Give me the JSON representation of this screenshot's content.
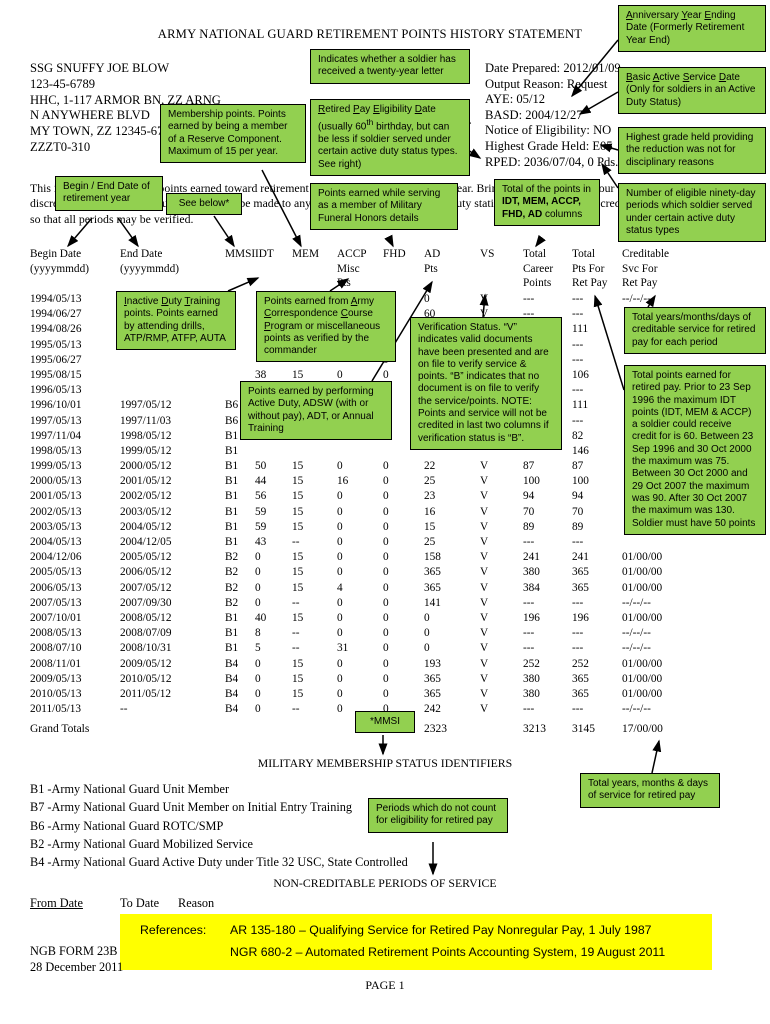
{
  "header": {
    "title": "ARMY NATIONAL GUARD RETIREMENT POINTS HISTORY STATEMENT",
    "soldier": [
      "SSG SNUFFY JOE BLOW",
      "123-45-6789",
      "HHC, 1-117 ARMOR BN, ZZ ARNG",
      "N ANYWHERE BLVD",
      "MY TOWN, ZZ 12345-6789",
      "ZZZT0-310"
    ],
    "info": [
      "Date Prepared: 2012/01/09",
      "Output Reason: Request",
      "AYE: 05/12",
      "BASD: 2004/12/27",
      "Notice of Eligibility: NO",
      "Highest Grade Held: E05",
      "RPED: 2036/07/04, 0 Pds."
    ],
    "intro": "This is a statement of your points earned toward retirement and should be reviewed each year. Bring to the attention of your unit clerk any discrepancies found and request corrections be made to any periods in which the MMSI, duty station status or the points credited appear incorrect so that all periods may be verified."
  },
  "table": {
    "header": [
      [
        "Begin Date",
        "(yyyymmdd)"
      ],
      [
        "End Date",
        "(yyyymmdd)"
      ],
      [
        "MMSI"
      ],
      [
        "IDT"
      ],
      [
        "MEM"
      ],
      [
        "ACCP",
        "Misc",
        "Pts"
      ],
      [
        "FHD"
      ],
      [
        "AD",
        "Pts"
      ],
      [
        "VS"
      ],
      [
        "Total",
        "Career",
        "Points"
      ],
      [
        "Total",
        "Pts For",
        "Ret Pay"
      ],
      [
        "Creditable",
        "Svc For",
        "Ret Pay"
      ]
    ],
    "rows": [
      [
        "1994/05/13",
        "",
        "",
        "",
        "",
        "",
        "0",
        "0",
        "V",
        "---",
        "---",
        "--/--/--"
      ],
      [
        "1994/06/27",
        "",
        "",
        "",
        "",
        "",
        "0",
        "60",
        "V",
        "---",
        "---",
        ""
      ],
      [
        "1994/08/26",
        "",
        "",
        "",
        "",
        "",
        "0",
        "",
        "",
        "",
        "111",
        ""
      ],
      [
        "1995/05/13",
        "",
        "",
        "",
        "",
        "",
        "0",
        "",
        "",
        "",
        "---",
        ""
      ],
      [
        "1995/06/27",
        "",
        "",
        "",
        "",
        "",
        "0",
        "",
        "",
        "",
        "---",
        ""
      ],
      [
        "1995/08/15",
        "",
        "",
        "38",
        "15",
        "0",
        "0",
        "",
        "",
        "",
        "106",
        ""
      ],
      [
        "1996/05/13",
        "",
        "",
        "",
        "",
        "",
        "0",
        "",
        "",
        "",
        "---",
        ""
      ],
      [
        "1996/10/01",
        "1997/05/12",
        "B6",
        "",
        "",
        "",
        "0",
        "",
        "",
        "",
        "111",
        ""
      ],
      [
        "1997/05/13",
        "1997/11/03",
        "B6",
        "",
        "",
        "",
        "0",
        "",
        "",
        "",
        "---",
        ""
      ],
      [
        "1997/11/04",
        "1998/05/12",
        "B1",
        "",
        "",
        "",
        "0",
        "",
        "",
        "",
        "82",
        ""
      ],
      [
        "1998/05/13",
        "1999/05/12",
        "B1",
        "",
        "",
        "",
        "",
        "",
        "",
        "",
        "146",
        ""
      ],
      [
        "1999/05/13",
        "2000/05/12",
        "B1",
        "50",
        "15",
        "0",
        "0",
        "22",
        "V",
        "87",
        "87",
        ""
      ],
      [
        "2000/05/13",
        "2001/05/12",
        "B1",
        "44",
        "15",
        "16",
        "0",
        "25",
        "V",
        "100",
        "100",
        ""
      ],
      [
        "2001/05/13",
        "2002/05/12",
        "B1",
        "56",
        "15",
        "0",
        "0",
        "23",
        "V",
        "94",
        "94",
        ""
      ],
      [
        "2002/05/13",
        "2003/05/12",
        "B1",
        "59",
        "15",
        "0",
        "0",
        "16",
        "V",
        "70",
        "70",
        ""
      ],
      [
        "2003/05/13",
        "2004/05/12",
        "B1",
        "59",
        "15",
        "0",
        "0",
        "15",
        "V",
        "89",
        "89",
        ""
      ],
      [
        "2004/05/13",
        "2004/12/05",
        "B1",
        "43",
        "--",
        "0",
        "0",
        "25",
        "V",
        "---",
        "---",
        ""
      ],
      [
        "2004/12/06",
        "2005/05/12",
        "B2",
        "0",
        "15",
        "0",
        "0",
        "158",
        "V",
        "241",
        "241",
        "01/00/00"
      ],
      [
        "2005/05/13",
        "2006/05/12",
        "B2",
        "0",
        "15",
        "0",
        "0",
        "365",
        "V",
        "380",
        "365",
        "01/00/00"
      ],
      [
        "2006/05/13",
        "2007/05/12",
        "B2",
        "0",
        "15",
        "4",
        "0",
        "365",
        "V",
        "384",
        "365",
        "01/00/00"
      ],
      [
        "2007/05/13",
        "2007/09/30",
        "B2",
        "0",
        "--",
        "0",
        "0",
        "141",
        "V",
        "---",
        "---",
        "--/--/--"
      ],
      [
        "2007/10/01",
        "2008/05/12",
        "B1",
        "40",
        "15",
        "0",
        "0",
        "0",
        "V",
        "196",
        "196",
        "01/00/00"
      ],
      [
        "2008/05/13",
        "2008/07/09",
        "B1",
        "8",
        "--",
        "0",
        "0",
        "0",
        "V",
        "---",
        "---",
        "--/--/--"
      ],
      [
        "2008/07/10",
        "2008/10/31",
        "B1",
        "5",
        "--",
        "31",
        "0",
        "0",
        "V",
        "---",
        "---",
        "--/--/--"
      ],
      [
        "2008/11/01",
        "2009/05/12",
        "B4",
        "0",
        "15",
        "0",
        "0",
        "193",
        "V",
        "252",
        "252",
        "01/00/00"
      ],
      [
        "2009/05/13",
        "2010/05/12",
        "B4",
        "0",
        "15",
        "0",
        "0",
        "365",
        "V",
        "380",
        "365",
        "01/00/00"
      ],
      [
        "2010/05/13",
        "2011/05/12",
        "B4",
        "0",
        "15",
        "0",
        "0",
        "365",
        "V",
        "380",
        "365",
        "01/00/00"
      ],
      [
        "2011/05/13",
        "--",
        "B4",
        "0",
        "--",
        "0",
        "0",
        "242",
        "V",
        "---",
        "---",
        "--/--/--"
      ]
    ],
    "grand_totals": [
      "Grand Totals",
      "",
      "",
      "",
      "",
      "",
      "",
      "2323",
      "",
      "3213",
      "3145",
      "17/00/00"
    ]
  },
  "mmsi_legend": {
    "title": "MILITARY MEMBERSHIP STATUS IDENTIFIERS",
    "items": [
      "B1 -Army National Guard Unit Member",
      "B7 -Army National Guard Unit Member on Initial Entry Training",
      "B6 -Army National Guard ROTC/SMP",
      "B2 -Army National Guard Mobilized Service",
      "B4 -Army National Guard Active Duty under Title 32 USC, State Controlled"
    ]
  },
  "noncreditable": {
    "title": "NON-CREDITABLE PERIODS OF SERVICE",
    "col_from": "From Date",
    "col_to": "To Date",
    "col_reason": "Reason"
  },
  "references": {
    "label": "References:",
    "items": [
      "AR 135-180 – Qualifying Service for Retired Pay Nonregular Pay, 1 July 1987",
      "NGR 680-2 – Automated Retirement Points Accounting System, 19 August 2011"
    ],
    "bg_color": "#ffff00"
  },
  "footer": {
    "form_number": "NGB FORM 23B",
    "form_date": "28 December 2011",
    "page": "PAGE 1"
  },
  "callouts": {
    "aye": "<u>A</u>nniversary <u>Y</u>ear <u>E</u>nding Date (Formerly Retirement Year End)",
    "twenty_year": "Indicates whether a soldier has received a twenty-year letter",
    "basd": "<u>B</u>asic <u>A</u>ctive <u>S</u>ervice <u>D</u>ate (Only for soldiers in an Active Duty Status)",
    "membership": "Membership points. Points earned by being a member of a Reserve Component. Maximum of 15 per year.",
    "rped": "<u>R</u>etired <u>P</u>ay <u>E</u>ligibility <u>D</u>ate (usually 60<sup>th</sup> birthday, but can be less if soldier served under certain active duty status types. See right)",
    "grade": "Highest grade held providing the reduction was not for disciplinary reasons",
    "begin_end": "Begin / End Date of retirement year",
    "see_below": "See below*",
    "funeral": "Points earned while serving as a member of Military Funeral Honors details",
    "total_points": "Total of the points in <b>IDT, MEM, ACCP, FHD, AD</b> columns",
    "ninety_day": "Number of eligible ninety-day periods which soldier served under certain active duty status types",
    "idt": "<u>I</u>nactive <u>D</u>uty <u>T</u>raining points. Points earned by attending drills, ATP/RMP, ATFP, AUTA",
    "accp": "Points earned from <u>A</u>rmy <u>C</u>orrespondence <u>C</u>ourse <u>P</u>rogram or miscellaneous points as verified by the commander",
    "cred_years": "Total years/months/days of creditable service for retired pay for each period",
    "verification": "Verification Status. “V” indicates valid documents have been presented and are on file to verify service & points. “B” indicates that no document is on file to verify the service/points. NOTE: Points and service will not be credited in last two columns if verification status is “B”.",
    "active_duty": "Points earned by performing Active Duty, ADSW (with or without pay), ADT, or Annual Training",
    "total_ret_pay": "Total points earned for retired pay. Prior to 23 Sep 1996 the maximum IDT points (IDT, MEM & ACCP) a soldier could receive credit for is 60. Between 23 Sep 1996 and 30 Oct 2000 the maximum was 75. Between 30 Oct 2000 and 29 Oct 2007 the maximum was 90. After 30 Oct 2007 the maximum was 130. Soldier must have 50 points",
    "mmsi_note": "*MMSI",
    "svc_years": "Total years, months & days of service for retired pay",
    "non_cred": "Periods which do not count for eligibility for retired pay"
  },
  "colors": {
    "callout_green": "#92d050",
    "highlight_yellow": "#ffff00"
  }
}
